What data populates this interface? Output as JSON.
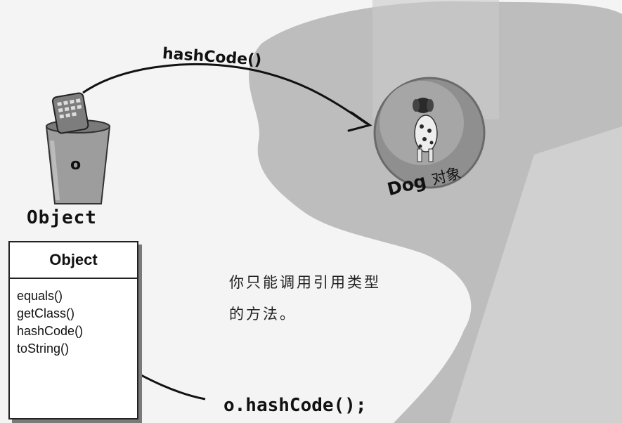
{
  "diagram": {
    "arrow_label": "hashCode()",
    "dog_label": "Dog",
    "dog_label_cn": "对象",
    "reference_variable": "o",
    "reference_type": "Object",
    "class_box": {
      "title": "Object",
      "methods": [
        "equals()",
        "getClass()",
        "hashCode()",
        "toString()"
      ]
    },
    "note_lines": [
      "你只能调用引用类型",
      "的方法。"
    ],
    "call_code": "o.hashCode();",
    "colors": {
      "heap": "#bdbdbd",
      "sphere": "#8f8f8f",
      "ink": "#111111"
    }
  }
}
